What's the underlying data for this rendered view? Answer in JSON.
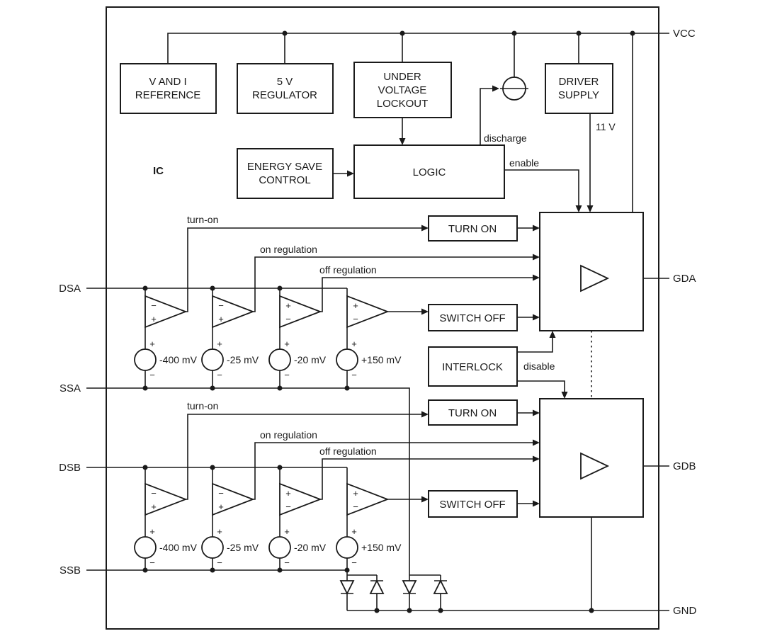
{
  "ic_label": "IC",
  "pins": {
    "vcc": "VCC",
    "gda": "GDA",
    "gdb": "GDB",
    "gnd": "GND",
    "dsa": "DSA",
    "ssa": "SSA",
    "dsb": "DSB",
    "ssb": "SSB"
  },
  "blocks": {
    "reference": {
      "line1": "V AND I",
      "line2": "REFERENCE"
    },
    "regulator": {
      "line1": "5 V",
      "line2": "REGULATOR"
    },
    "uvlo": {
      "line1": "UNDER",
      "line2": "VOLTAGE",
      "line3": "LOCKOUT"
    },
    "driver_supply": {
      "line1": "DRIVER",
      "line2": "SUPPLY"
    },
    "energy_save": {
      "line1": "ENERGY SAVE",
      "line2": "CONTROL"
    },
    "logic": "LOGIC",
    "turn_on_a": "TURN ON",
    "switch_off_a": "SWITCH OFF",
    "interlock": "INTERLOCK",
    "turn_on_b": "TURN ON",
    "switch_off_b": "SWITCH OFF"
  },
  "signals": {
    "discharge": "discharge",
    "enable": "enable",
    "supply_11v": "11 V",
    "disable": "disable",
    "turn_on_a": "turn-on",
    "on_regulation_a": "on regulation",
    "off_regulation_a": "off regulation",
    "turn_on_b": "turn-on",
    "on_regulation_b": "on regulation",
    "off_regulation_b": "off regulation"
  },
  "comparators": {
    "channel_a": [
      {
        "threshold": "-400 mV",
        "input_top": "−",
        "input_bottom": "+"
      },
      {
        "threshold": "-25 mV",
        "input_top": "−",
        "input_bottom": "+"
      },
      {
        "threshold": "-20 mV",
        "input_top": "+",
        "input_bottom": "−"
      },
      {
        "threshold": "+150 mV",
        "input_top": "+",
        "input_bottom": "−"
      }
    ],
    "channel_b": [
      {
        "threshold": "-400 mV",
        "input_top": "−",
        "input_bottom": "+"
      },
      {
        "threshold": "-25 mV",
        "input_top": "−",
        "input_bottom": "+"
      },
      {
        "threshold": "-20 mV",
        "input_top": "+",
        "input_bottom": "−"
      },
      {
        "threshold": "+150 mV",
        "input_top": "+",
        "input_bottom": "−"
      }
    ]
  },
  "source_marks": {
    "plus": "+",
    "minus": "−"
  }
}
